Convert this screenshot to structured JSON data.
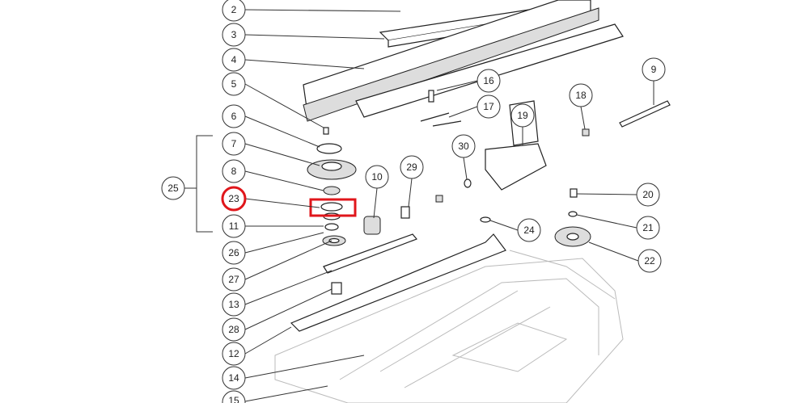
{
  "diagram": {
    "callouts": {
      "c2": "2",
      "c3": "3",
      "c4": "4",
      "c5": "5",
      "c6": "6",
      "c7": "7",
      "c8": "8",
      "c23": "23",
      "c11": "11",
      "c26": "26",
      "c27": "27",
      "c13": "13",
      "c28": "28",
      "c12": "12",
      "c14": "14",
      "c15": "15",
      "c25": "25",
      "c10": "10",
      "c29": "29",
      "c30": "30",
      "c16": "16",
      "c17": "17",
      "c19": "19",
      "c18": "18",
      "c9": "9",
      "c20": "20",
      "c21": "21",
      "c22": "22",
      "c24": "24"
    },
    "highlight": {
      "part": "23",
      "color": "#e0161b"
    }
  }
}
